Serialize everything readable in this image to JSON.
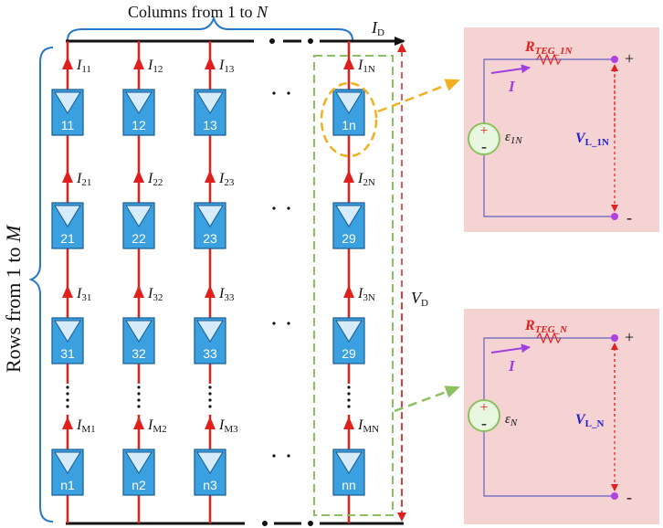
{
  "labels": {
    "columns_title": "Columns from  1 to ",
    "columns_title_var": "N",
    "rows_title": "Rows from 1 to ",
    "rows_title_var": "M",
    "id_label": "I",
    "id_sub": "D",
    "vd_label": "V",
    "vd_sub": "D"
  },
  "currents": [
    {
      "main": "I",
      "sub": "11"
    },
    {
      "main": "I",
      "sub": "12"
    },
    {
      "main": "I",
      "sub": "13"
    },
    {
      "main": "I",
      "sub": "1N"
    },
    {
      "main": "I",
      "sub": "21"
    },
    {
      "main": "I",
      "sub": "22"
    },
    {
      "main": "I",
      "sub": "23"
    },
    {
      "main": "I",
      "sub": "2N"
    },
    {
      "main": "I",
      "sub": "31"
    },
    {
      "main": "I",
      "sub": "32"
    },
    {
      "main": "I",
      "sub": "33"
    },
    {
      "main": "I",
      "sub": "3N"
    },
    {
      "main": "I",
      "sub": "M1"
    },
    {
      "main": "I",
      "sub": "M2"
    },
    {
      "main": "I",
      "sub": "M3"
    },
    {
      "main": "I",
      "sub": "MN"
    }
  ],
  "cells": [
    "11",
    "12",
    "13",
    "1n",
    "21",
    "22",
    "23",
    "29",
    "31",
    "32",
    "33",
    "29",
    "n1",
    "n2",
    "n3",
    "nn"
  ],
  "circuit_top": {
    "r_label": "R",
    "r_sub": "TEG_1N",
    "i_label": "I",
    "e_label": "ε",
    "e_sub": "1N",
    "v_label": "V",
    "v_sub": "L_1N",
    "plus": "+",
    "minus": "-",
    "src_plus": "+",
    "src_minus": "-"
  },
  "circuit_bottom": {
    "r_label": "R",
    "r_sub": "TEG_N",
    "i_label": "I",
    "e_label": "ε",
    "e_sub": "N",
    "v_label": "V",
    "v_sub": "L_N",
    "plus": "+",
    "minus": "-",
    "src_plus": "+",
    "src_minus": "-"
  },
  "colors": {
    "cell_fill": "#3aa0e0",
    "wire_red": "#e0201e",
    "panel_bg": "#f6d3d3",
    "brace_blue": "#2878c8",
    "dash_green": "#8cc060",
    "highlight_orange": "#f0b020",
    "resistor_red": "#e02020",
    "current_purple": "#a040e0",
    "voltage_blue": "#2020d0"
  }
}
